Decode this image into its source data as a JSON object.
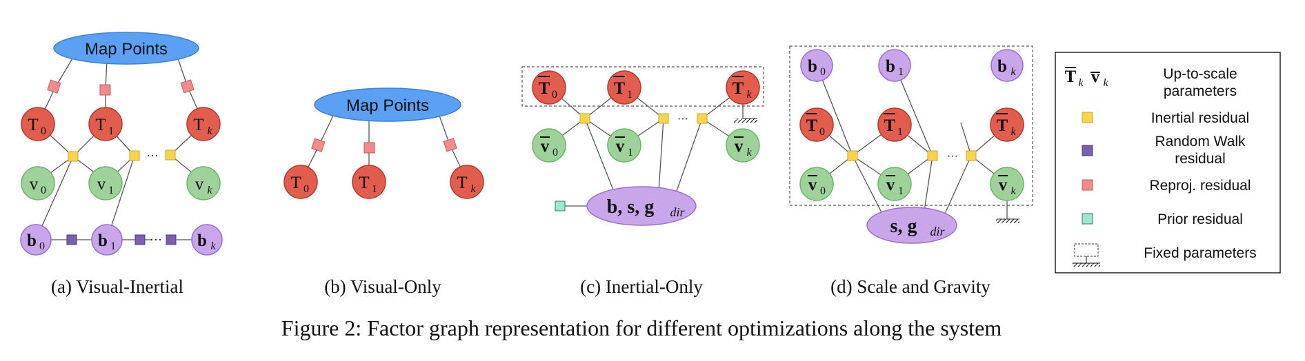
{
  "panels": {
    "a": {
      "caption": "(a) Visual-Inertial",
      "map_points": "Map Points"
    },
    "b": {
      "caption": "(b) Visual-Only",
      "map_points": "Map Points"
    },
    "c": {
      "caption": "(c) Inertial-Only",
      "bias_node": "b, s, g",
      "bias_sub": "dir"
    },
    "d": {
      "caption": "(d) Scale and Gravity",
      "scale_node": "s, g",
      "scale_sub": "dir"
    }
  },
  "nodes": {
    "T": "T",
    "v": "v",
    "b": "b",
    "sub0": "0",
    "sub1": "1",
    "subk": "k",
    "dots": "···"
  },
  "legend": {
    "items": [
      {
        "symbol": "params",
        "label_line1": "Up-to-scale",
        "label_line2": "parameters",
        "color": ""
      },
      {
        "symbol": "square",
        "label_line1": "Inertial residual",
        "label_line2": "",
        "color": "#f7d54a"
      },
      {
        "symbol": "square",
        "label_line1": "Random Walk",
        "label_line2": "residual",
        "color": "#7a5fb0"
      },
      {
        "symbol": "square",
        "label_line1": "Reproj. residual",
        "label_line2": "",
        "color": "#f28b8b"
      },
      {
        "symbol": "square",
        "label_line1": "Prior residual",
        "label_line2": "",
        "color": "#9ee6d2"
      },
      {
        "symbol": "fixed",
        "label_line1": "Fixed parameters",
        "label_line2": "",
        "color": ""
      }
    ]
  },
  "figure_caption": "Figure 2: Factor graph representation for different optimizations along the system",
  "colors": {
    "map_points": "#5aa0f5",
    "pose": "#e35d4f",
    "velocity": "#9fd29b",
    "bias": "#c9a6ea",
    "inertial": "#f7d54a",
    "random_walk": "#7a5fb0",
    "reproj": "#f28b8b",
    "prior": "#9ee6d2"
  }
}
